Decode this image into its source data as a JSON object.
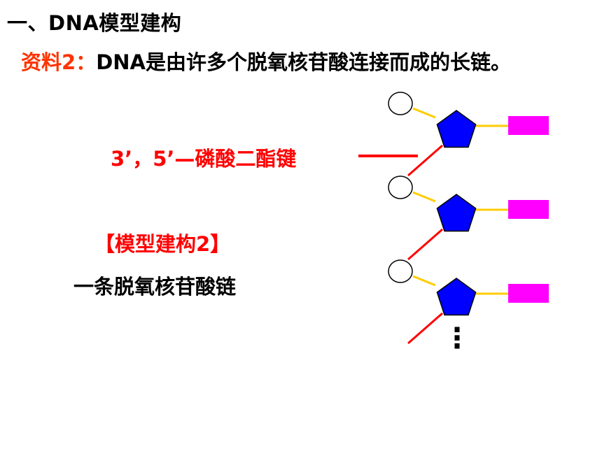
{
  "heading": "一、DNA模型建构",
  "material": {
    "label": "资料2：",
    "text": "DNA是由许多个脱氧核苷酸连接而成的长链。"
  },
  "bond_label": "3’，5’—磷酸二酯键",
  "model": {
    "title": "【模型建构2】",
    "description": "一条脱氧核苷酸链"
  },
  "diagram": {
    "nucleotide_count": 3,
    "ellipsis": "⋮",
    "colors": {
      "phosphate_fill": "#ffffff",
      "phosphate_stroke": "#000000",
      "sugar_fill": "#0000ff",
      "sugar_stroke": "#000000",
      "base_fill": "#ff00ff",
      "link": "#ffcc00",
      "bond": "#ff0000",
      "pointer": "#ff0000"
    },
    "components": {
      "phosphate": "phosphate-circle-icon",
      "sugar": "deoxyribose-pentagon-icon",
      "base": "base-rectangle-icon"
    }
  }
}
